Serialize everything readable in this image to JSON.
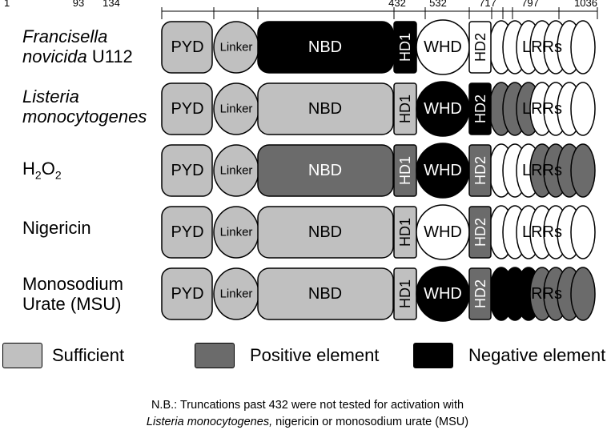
{
  "domain_positions": [
    "1",
    "93",
    "134",
    "432",
    "532",
    "717",
    "797",
    "1036"
  ],
  "domain_labels": {
    "pyd": "PYD",
    "linker": "Linker",
    "nbd": "NBD",
    "hd1": "HD1",
    "whd": "WHD",
    "hd2": "HD2",
    "lrrs": "LRRs"
  },
  "colors": {
    "sufficient": "#c0c0c0",
    "positive": "#6b6b6b",
    "negative": "#000000",
    "untested": "#ffffff"
  },
  "rows": [
    {
      "label_lines": [
        [
          {
            "t": "Francisella",
            "i": true
          }
        ],
        [
          {
            "t": "novicida",
            "i": true
          },
          {
            "t": " U112",
            "i": false
          }
        ]
      ],
      "fills": {
        "pyd": "sufficient",
        "linker": "sufficient",
        "nbd": "negative",
        "hd1": "negative",
        "whd": "untested",
        "hd2": "untested",
        "lrr": [
          "untested",
          "untested",
          "untested",
          "untested",
          "untested",
          "untested",
          "untested"
        ]
      }
    },
    {
      "label_lines": [
        [
          {
            "t": "Listeria",
            "i": true
          }
        ],
        [
          {
            "t": "monocytogenes",
            "i": true
          }
        ]
      ],
      "fills": {
        "pyd": "sufficient",
        "linker": "sufficient",
        "nbd": "sufficient",
        "hd1": "sufficient",
        "whd": "negative",
        "hd2": "negative",
        "lrr": [
          "positive",
          "positive",
          "positive",
          "untested",
          "untested",
          "untested",
          "untested"
        ]
      }
    },
    {
      "label_lines": [
        [
          {
            "t": "H",
            "i": false
          },
          {
            "t": "2",
            "sub": true
          },
          {
            "t": "O",
            "i": false
          },
          {
            "t": "2",
            "sub": true
          }
        ]
      ],
      "fills": {
        "pyd": "sufficient",
        "linker": "sufficient",
        "nbd": "positive",
        "hd1": "positive",
        "whd": "negative",
        "hd2": "positive",
        "lrr": [
          "untested",
          "untested",
          "untested",
          "positive",
          "positive",
          "positive",
          "positive"
        ]
      }
    },
    {
      "label_lines": [
        [
          {
            "t": "Nigericin",
            "i": false
          }
        ]
      ],
      "fills": {
        "pyd": "sufficient",
        "linker": "sufficient",
        "nbd": "sufficient",
        "hd1": "sufficient",
        "whd": "untested",
        "hd2": "positive",
        "lrr": [
          "untested",
          "untested",
          "untested",
          "untested",
          "untested",
          "untested",
          "untested"
        ]
      }
    },
    {
      "label_lines": [
        [
          {
            "t": "Monosodium",
            "i": false
          }
        ],
        [
          {
            "t": "Urate (MSU)",
            "i": false
          }
        ]
      ],
      "fills": {
        "pyd": "sufficient",
        "linker": "sufficient",
        "nbd": "sufficient",
        "hd1": "sufficient",
        "whd": "negative",
        "hd2": "positive",
        "lrr": [
          "negative",
          "negative",
          "negative",
          "positive",
          "positive",
          "positive",
          "positive"
        ]
      }
    }
  ],
  "legend": [
    {
      "key": "sufficient",
      "label": "Sufficient"
    },
    {
      "key": "positive",
      "label": "Positive element"
    },
    {
      "key": "negative",
      "label": "Negative element"
    }
  ],
  "note": {
    "line1": "N.B.: Truncations past 432 were not tested for activation with",
    "line2_italic": "Listeria monocytogenes,",
    "line2_rest": " nigericin or monosodium urate (MSU)"
  }
}
